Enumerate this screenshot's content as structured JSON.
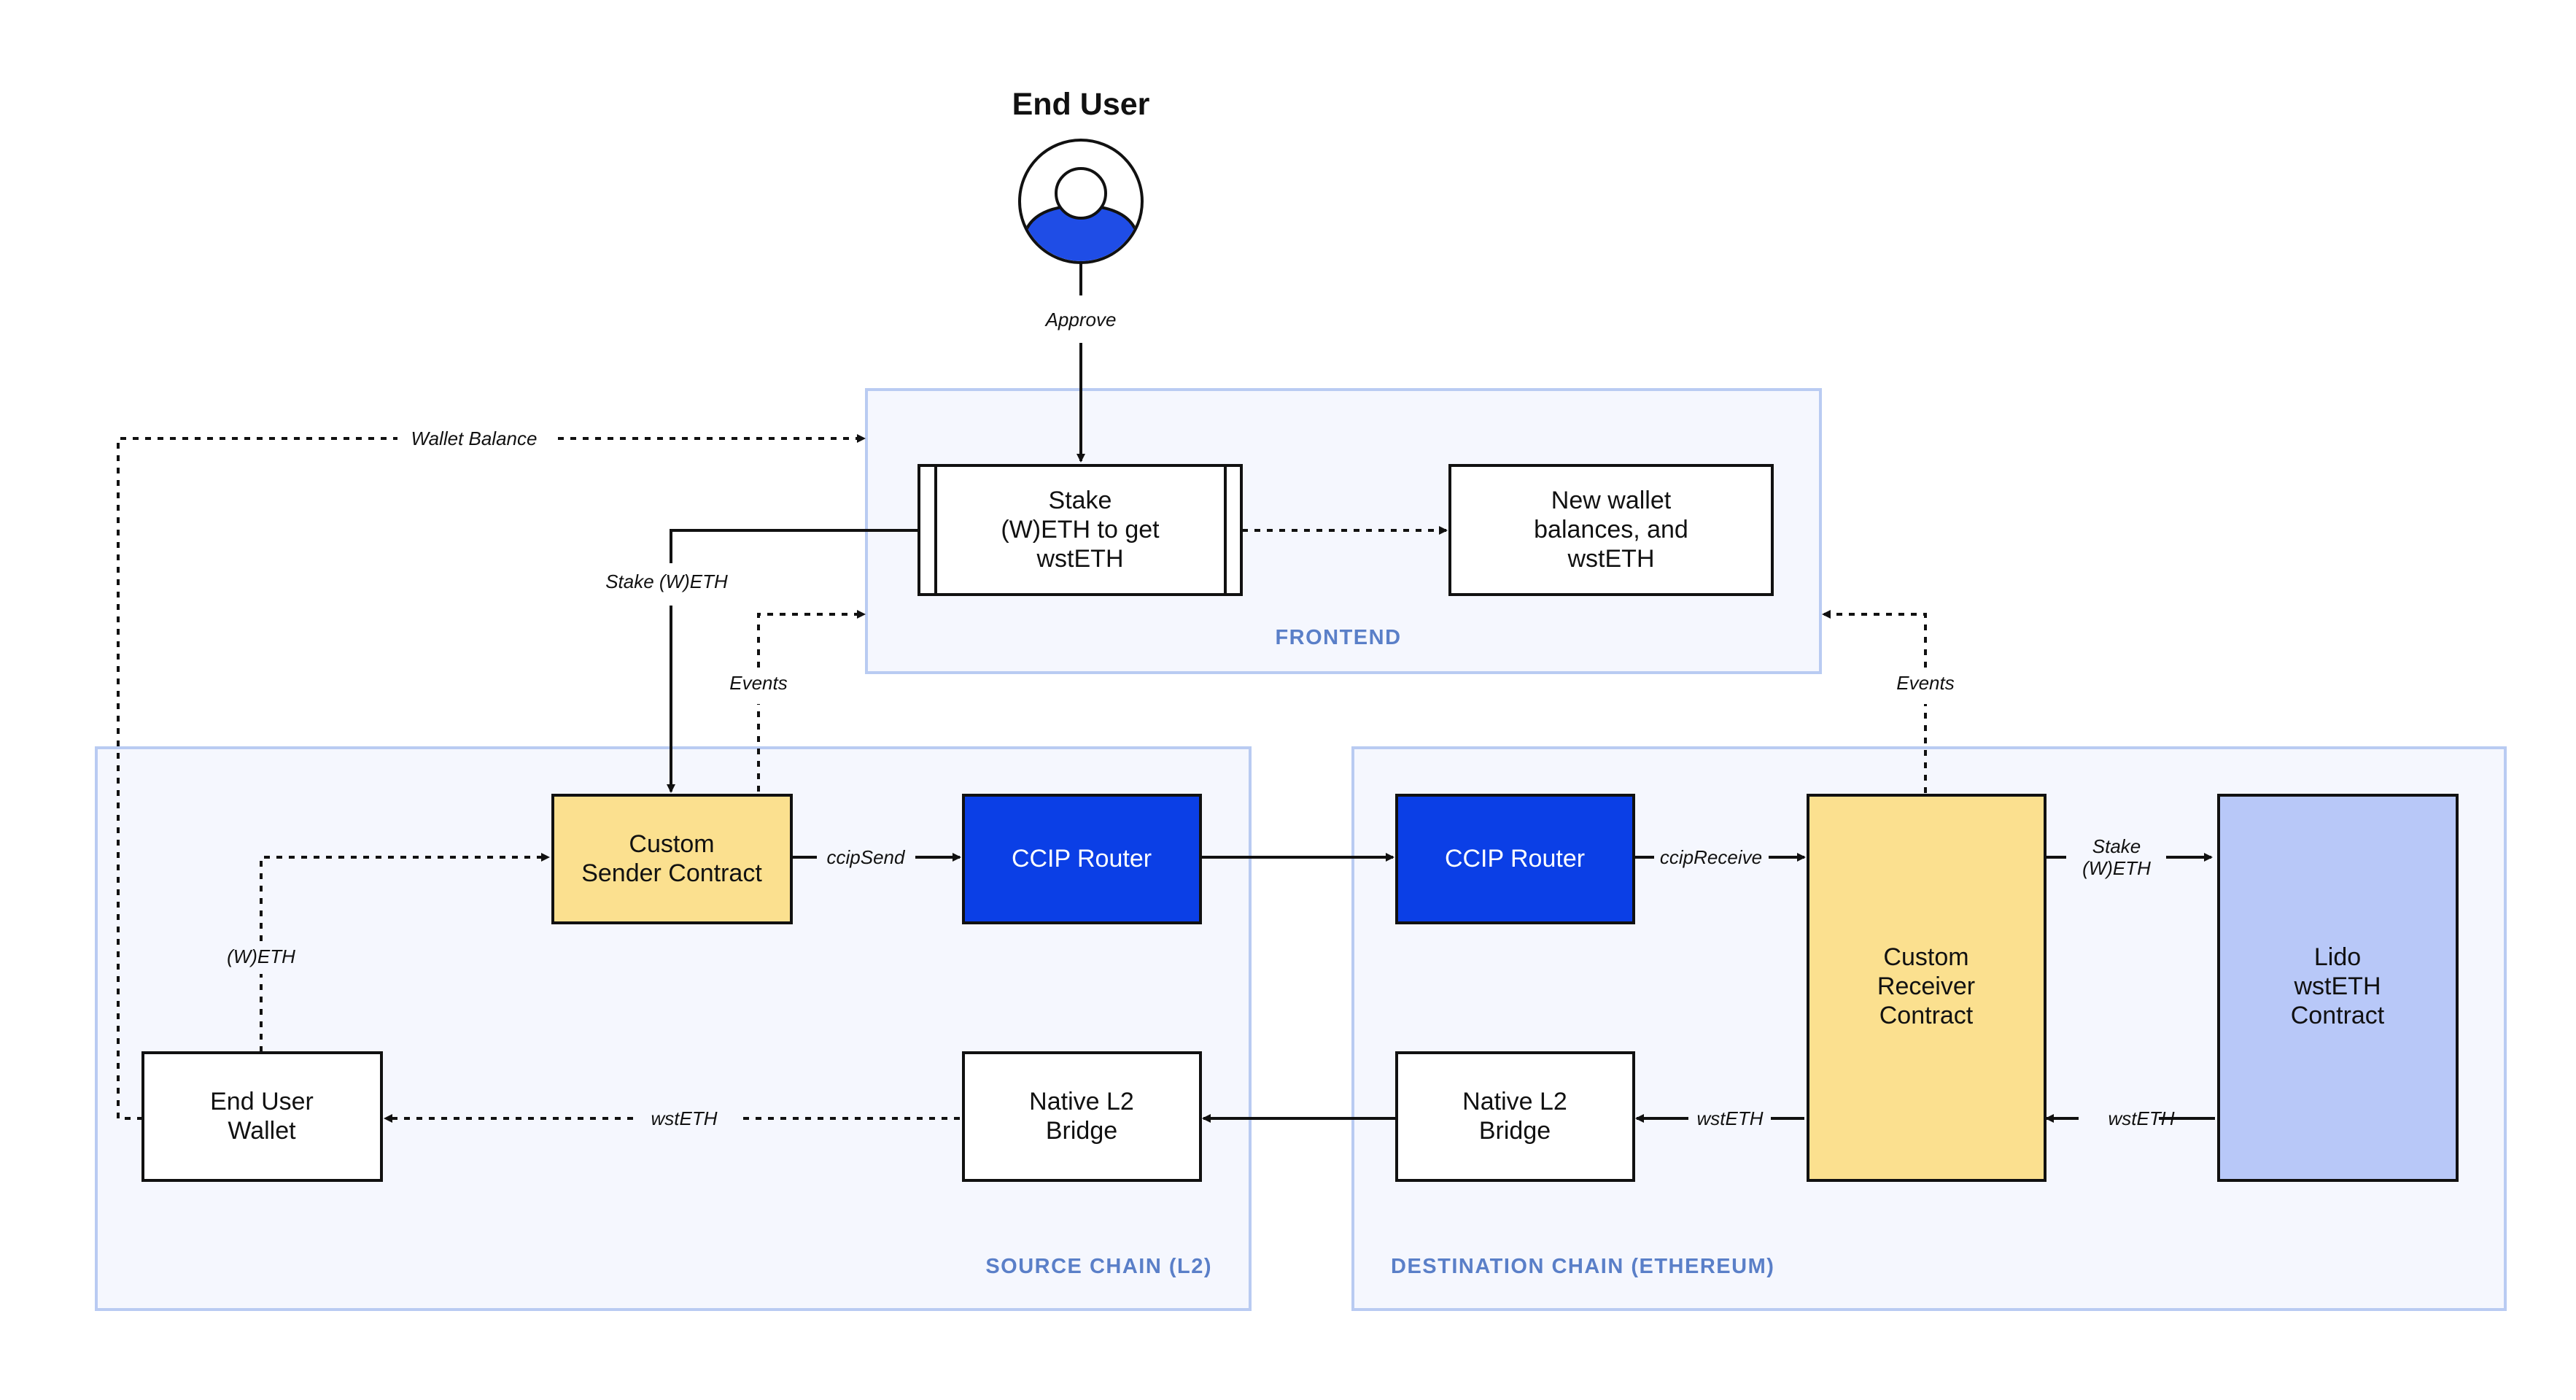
{
  "end_user": {
    "title": "End User",
    "approve_label": "Approve"
  },
  "regions": {
    "frontend": "FRONTEND",
    "source": "SOURCE CHAIN (L2)",
    "destination": "DESTINATION CHAIN (ETHEREUM)"
  },
  "nodes": {
    "stake": [
      "Stake",
      "(W)ETH to get",
      "wstETH"
    ],
    "new_balances": [
      "New wallet",
      "balances, and",
      "wstETH"
    ],
    "custom_sender": [
      "Custom",
      "Sender Contract"
    ],
    "ccip_router_src": [
      "CCIP Router"
    ],
    "ccip_router_dst": [
      "CCIP Router"
    ],
    "custom_receiver": [
      "Custom",
      "Receiver",
      "Contract"
    ],
    "lido": [
      "Lido",
      "wstETH",
      "Contract"
    ],
    "end_user_wallet": [
      "End User",
      "Wallet"
    ],
    "native_bridge_src": [
      "Native L2",
      "Bridge"
    ],
    "native_bridge_dst": [
      "Native L2",
      "Bridge"
    ]
  },
  "edges": {
    "wallet_balance": "Wallet Balance",
    "stake_weth": "Stake (W)ETH",
    "events_src": "Events",
    "events_dst": "Events",
    "weth": "(W)ETH",
    "ccip_send": "ccipSend",
    "ccip_receive": "ccipReceive",
    "stake_weth_dst": [
      "Stake",
      "(W)ETH"
    ],
    "wsteth_src": "wstETH",
    "wsteth_dst_bridge": "wstETH",
    "wsteth_lido": "wstETH"
  },
  "colors": {
    "region_fill": "#f5f7fe",
    "region_border": "#b9cbf2",
    "ccip_blue": "#0b3fe6",
    "custom_yellow": "#fbe08f",
    "lido_lavender": "#b8c8f8",
    "user_blue": "#1f4de6"
  }
}
